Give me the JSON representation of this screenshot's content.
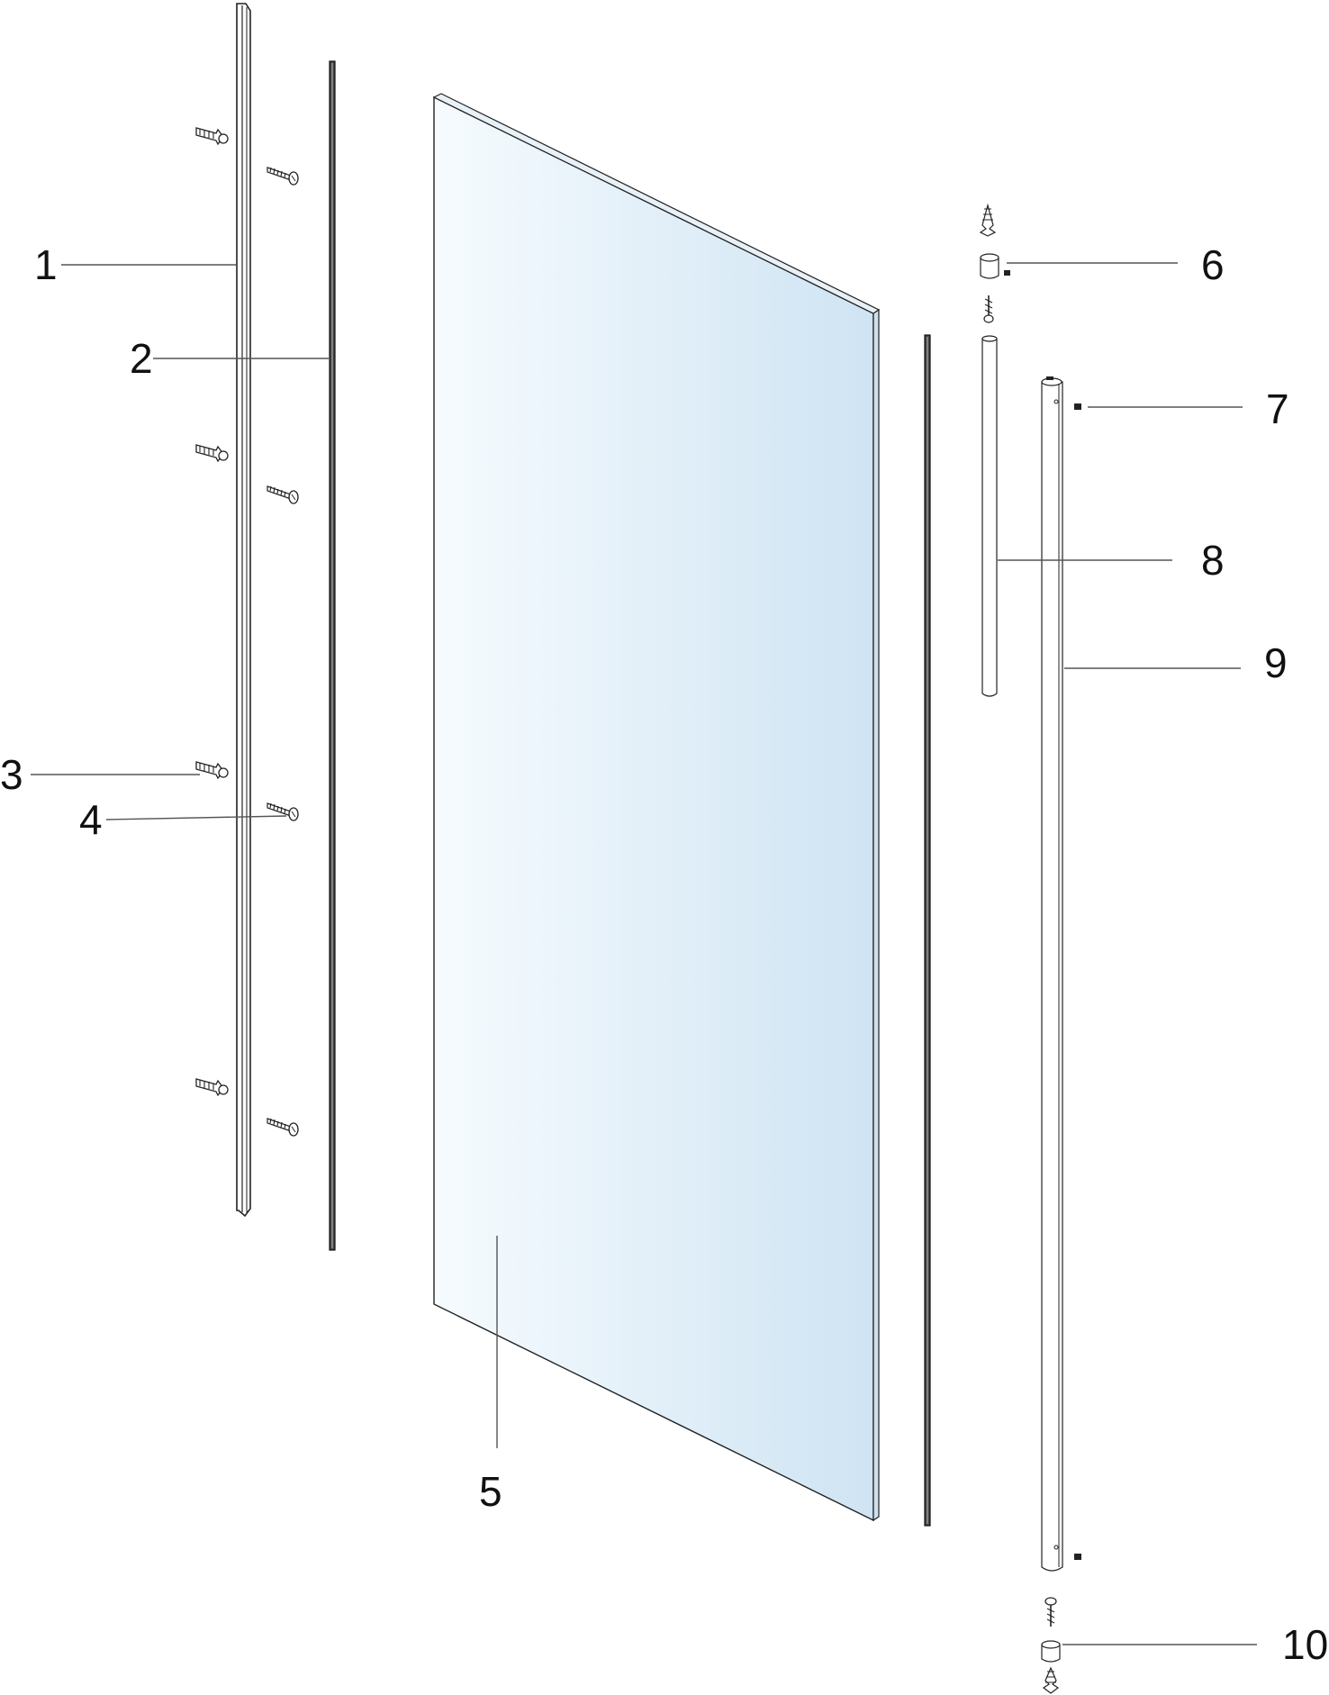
{
  "diagram": {
    "type": "exploded-parts-view",
    "accent_colors": {
      "glass_left": "#f6fbfe",
      "glass_right": "#cfe4f3",
      "line": "#222222",
      "seal": "#444444"
    },
    "callouts": [
      {
        "id": "1",
        "label": "1"
      },
      {
        "id": "2",
        "label": "2"
      },
      {
        "id": "3",
        "label": "3"
      },
      {
        "id": "4",
        "label": "4"
      },
      {
        "id": "5",
        "label": "5"
      },
      {
        "id": "6",
        "label": "6"
      },
      {
        "id": "7",
        "label": "7"
      },
      {
        "id": "8",
        "label": "8"
      },
      {
        "id": "9",
        "label": "9"
      },
      {
        "id": "10",
        "label": "10"
      }
    ]
  }
}
